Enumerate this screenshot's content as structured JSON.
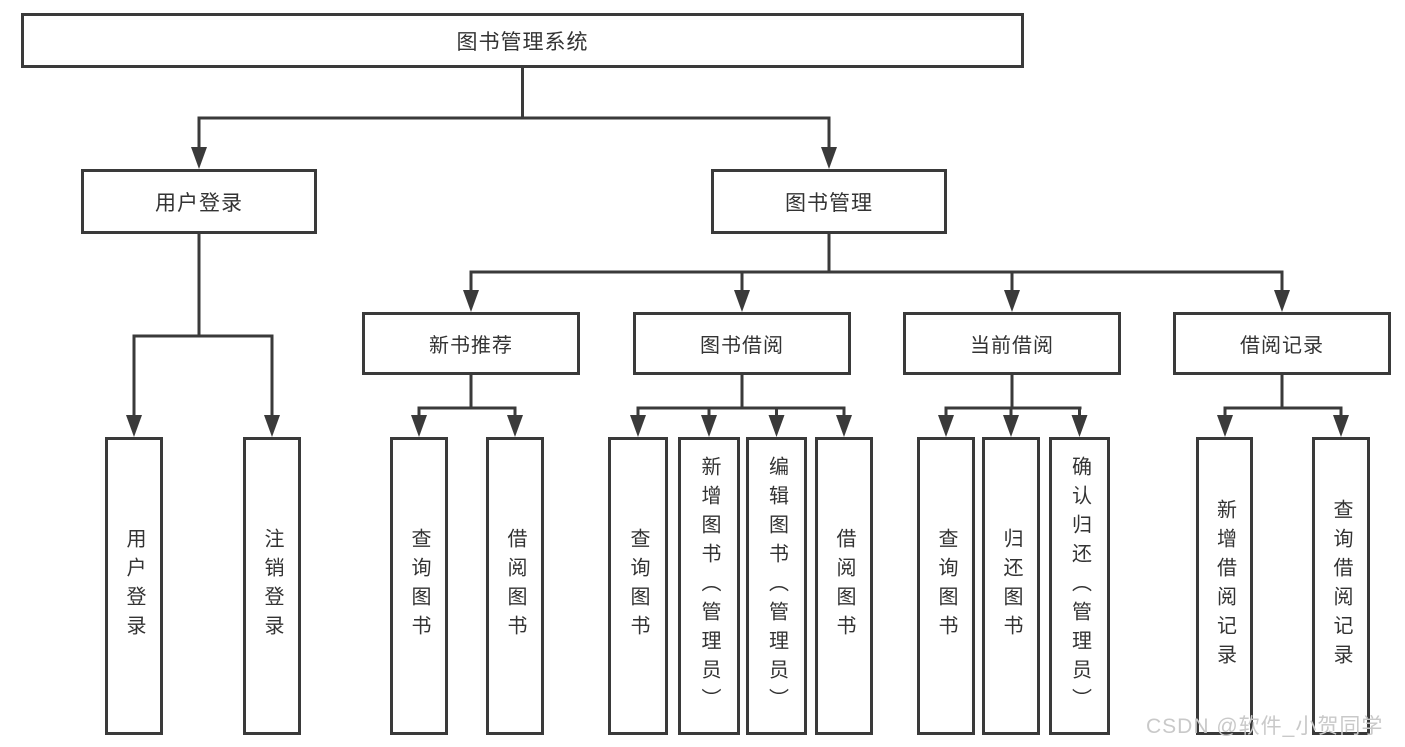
{
  "tree": {
    "root": {
      "label": "图书管理系统",
      "children": [
        {
          "label": "用户登录",
          "children": [
            {
              "label": "用户登录"
            },
            {
              "label": "注销登录"
            }
          ]
        },
        {
          "label": "图书管理",
          "children": [
            {
              "label": "新书推荐",
              "children": [
                {
                  "label": "查询图书"
                },
                {
                  "label": "借阅图书"
                }
              ]
            },
            {
              "label": "图书借阅",
              "children": [
                {
                  "label": "查询图书"
                },
                {
                  "label": "新增图书（管理员）"
                },
                {
                  "label": "编辑图书（管理员）"
                },
                {
                  "label": "借阅图书"
                }
              ]
            },
            {
              "label": "当前借阅",
              "children": [
                {
                  "label": "查询图书"
                },
                {
                  "label": "归还图书"
                },
                {
                  "label": "确认归还（管理员）"
                }
              ]
            },
            {
              "label": "借阅记录",
              "children": [
                {
                  "label": "新增借阅记录"
                },
                {
                  "label": "查询借阅记录"
                }
              ]
            }
          ]
        }
      ]
    }
  },
  "watermark": {
    "text": "CSDN @软件_小贺同学"
  },
  "colors": {
    "line": "#3a3a3a",
    "text": "#333333",
    "box_background": "#ffffff",
    "page_background": "#ffffff",
    "watermark": "#c9c9c9"
  }
}
